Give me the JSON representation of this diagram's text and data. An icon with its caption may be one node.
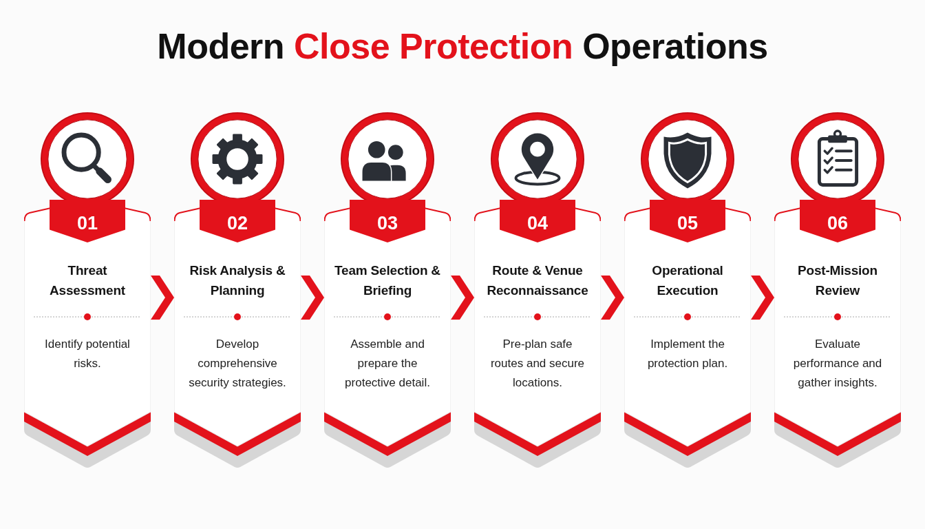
{
  "diagram": {
    "title": "Modern **Close Protection** Operations",
    "nodes": [
      {
        "text": [
          "01",
          "Threat Assessment",
          "Identify potential risks."
        ]
      },
      {
        "text": [
          "02",
          "Risk Analysis & Planning",
          "Develop comprehensive security strategies."
        ]
      },
      {
        "text": [
          "03",
          "Team Selection & Briefing",
          "Assemble and prepare the protective detail."
        ]
      },
      {
        "text": [
          "04",
          "Route & Venue Reconnaissance",
          "Pre-plan safe routes and secure locations."
        ]
      },
      {
        "text": [
          "05",
          "Operational Execution",
          "Implement the protection plan."
        ]
      },
      {
        "text": [
          "06",
          "Post-Mission Review",
          "Evaluate performance and gather insights."
        ]
      }
    ],
    "edges": [
      {
        "from": 0,
        "to": 1,
        "arrow": "to"
      },
      {
        "from": 1,
        "to": 2,
        "arrow": "to"
      },
      {
        "from": 2,
        "to": 3,
        "arrow": "to"
      },
      {
        "from": 3,
        "to": 4,
        "arrow": "to"
      },
      {
        "from": 4,
        "to": 5,
        "arrow": "to"
      }
    ]
  }
}
